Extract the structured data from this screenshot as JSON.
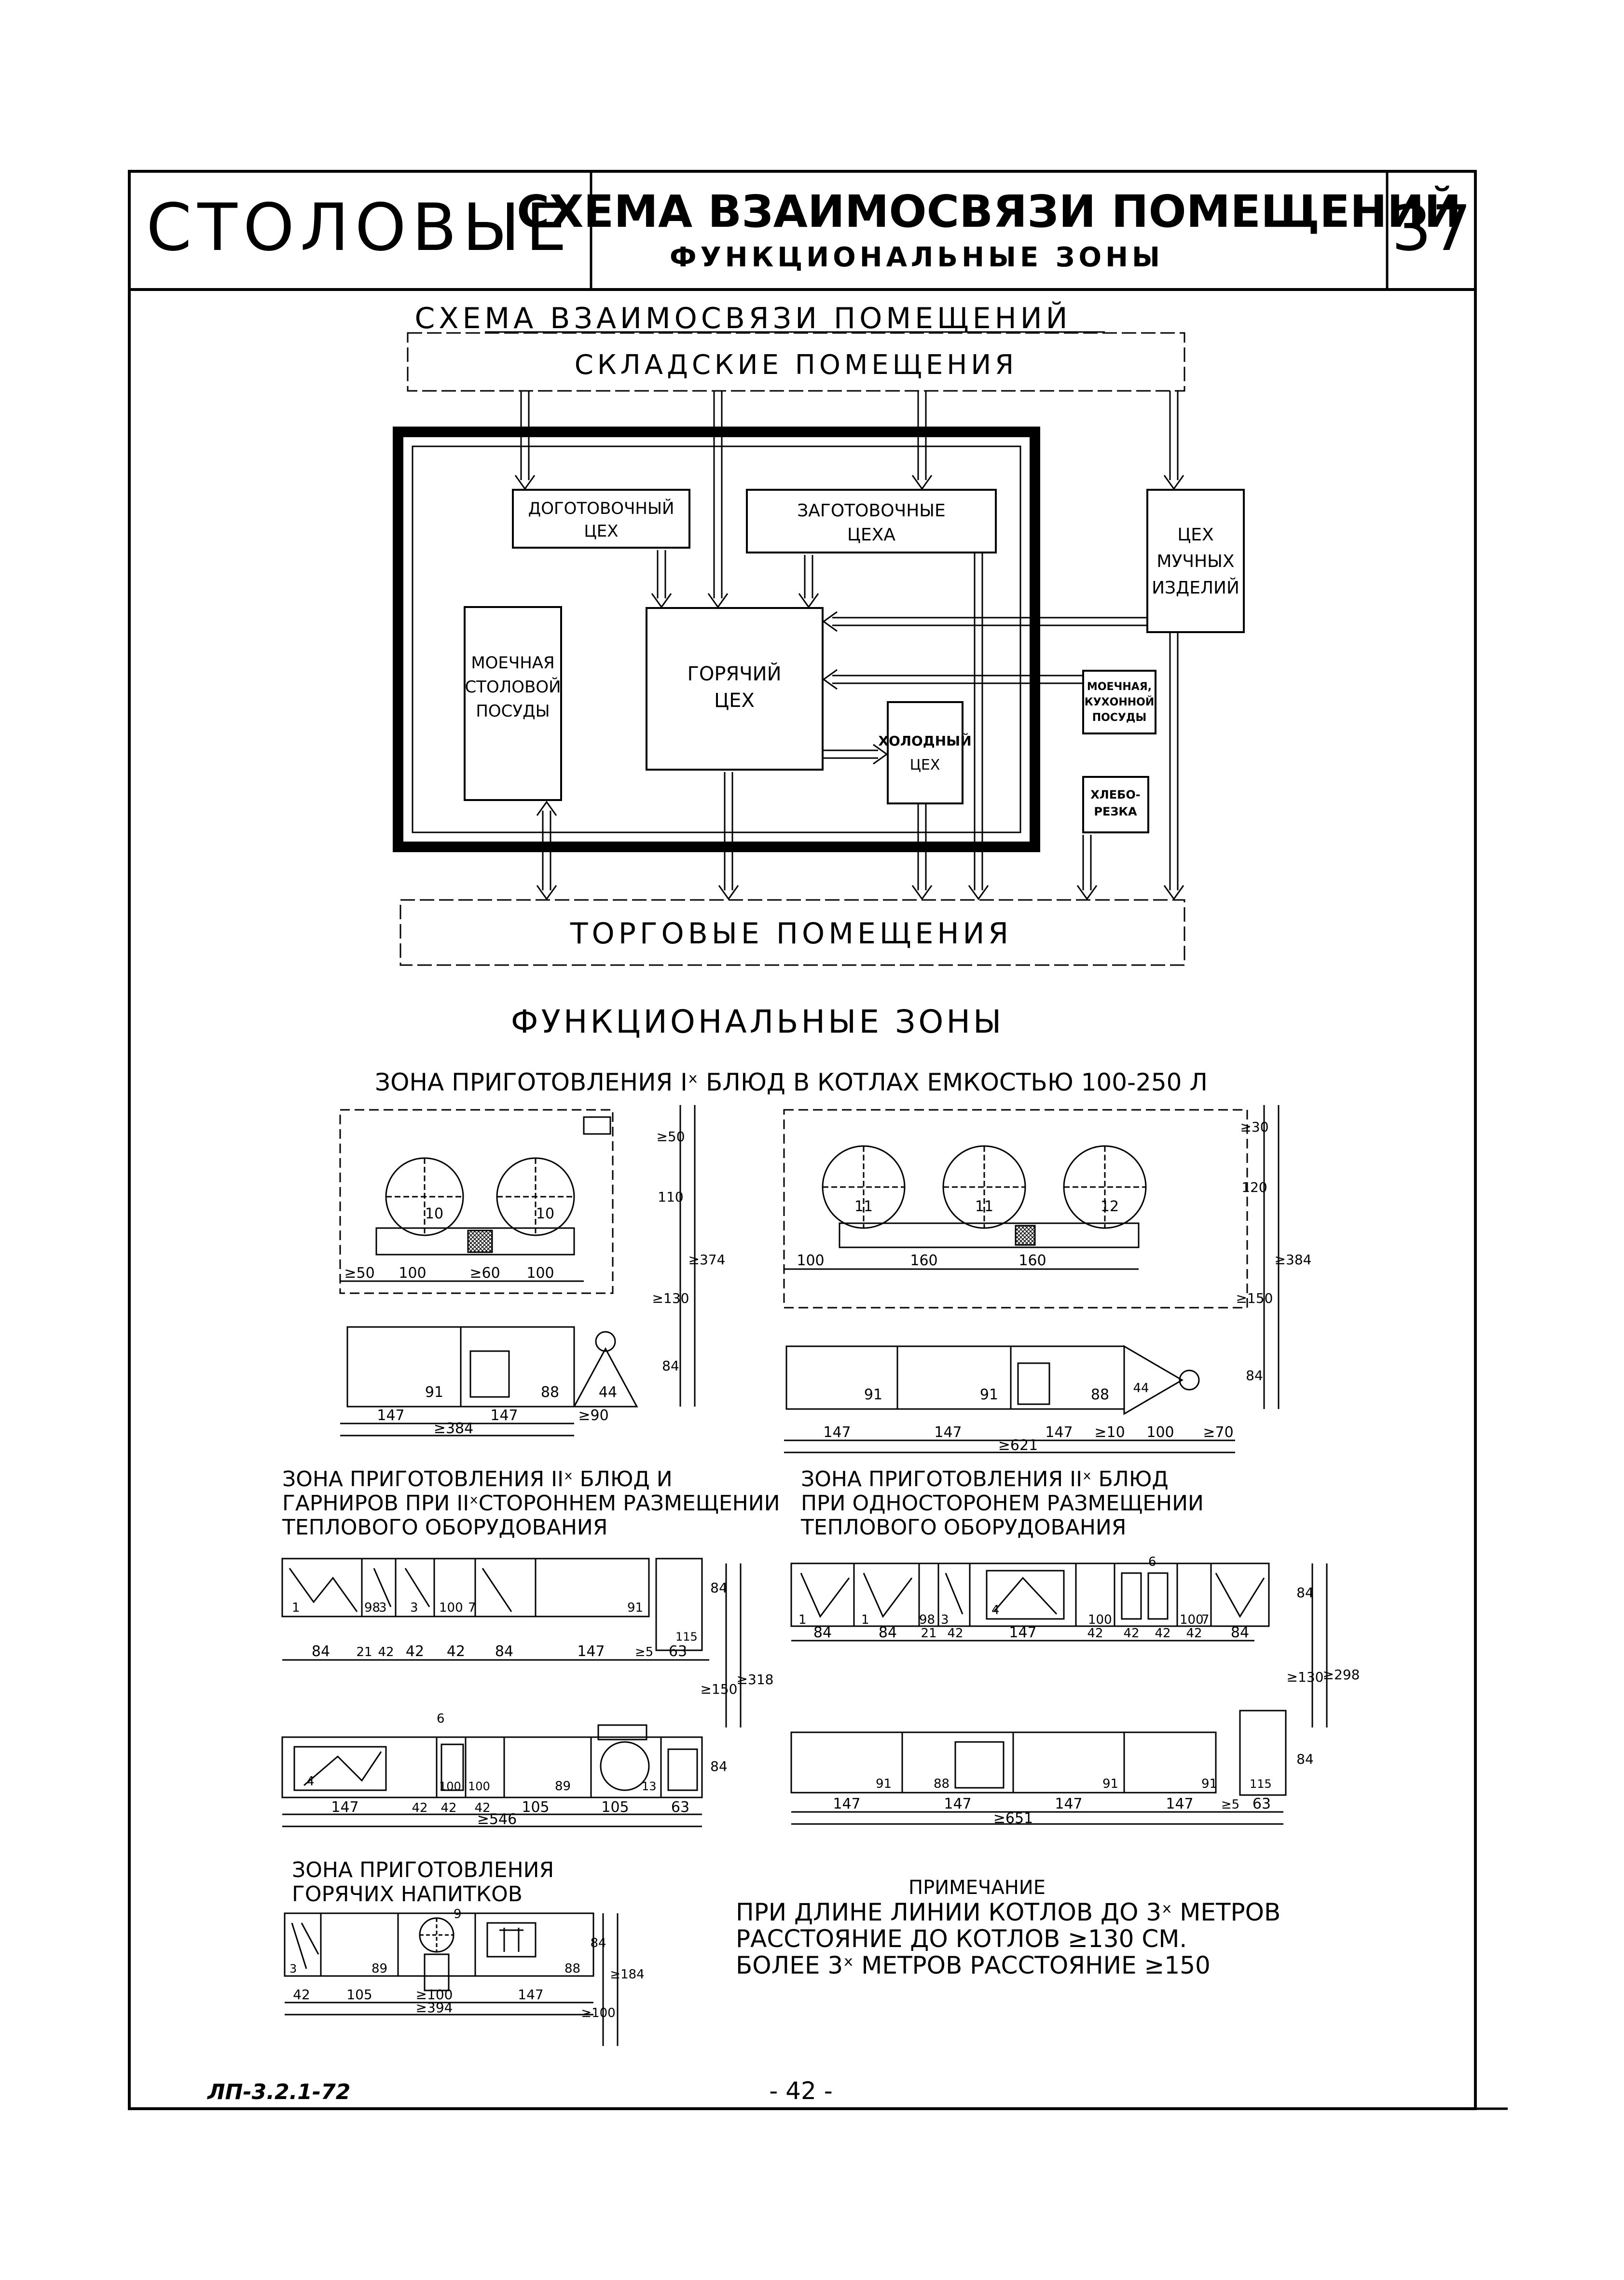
{
  "header": {
    "left_title": "СТОЛОВЫЕ",
    "center_title": "СХЕМА ВЗАИМОСВЯЗИ ПОМЕЩЕНИЙ",
    "center_subtitle": "ФУНКЦИОНАЛЬНЫЕ ЗОНЫ",
    "page_no": "37"
  },
  "scheme": {
    "title": "СХЕМА ВЗАИМОСВЯЗИ ПОМЕЩЕНИЙ",
    "storage": "СКЛАДСКИЕ ПОМЕЩЕНИЯ",
    "trade": "ТОРГОВЫЕ ПОМЕЩЕНИЯ",
    "dogotov": [
      "ДОГОТОВОЧНЫЙ",
      "ЦЕХ"
    ],
    "zagotov": [
      "ЗАГОТОВОЧНЫЕ",
      "ЦЕХА"
    ],
    "muchnye": [
      "ЦЕХ",
      "МУЧНЫХ",
      "ИЗДЕЛИЙ"
    ],
    "moechnaya_stol": [
      "МОЕЧНАЯ",
      "СТОЛОВОЙ",
      "ПОСУДЫ"
    ],
    "goryachiy": [
      "ГОРЯЧИЙ",
      "ЦЕХ"
    ],
    "moechnaya_kuh": [
      "МОЕЧНАЯ,",
      "КУХОННОЙ",
      "ПОСУДЫ"
    ],
    "holodniy": [
      "ХОЛОДНЫЙ",
      "ЦЕХ"
    ],
    "hleborezka": [
      "ХЛЕБО-",
      "РЕЗКА"
    ]
  },
  "zones": {
    "title": "ФУНКЦИОНАЛЬНЫЕ ЗОНЫ",
    "zone1_title": "ЗОНА ПРИГОТОВЛЕНИЯ Iˣ БЛЮД В КОТЛАХ ЕМКОСТЬЮ 100-250 Л",
    "zone2_title": [
      "ЗОНА ПРИГОТОВЛЕНИЯ IIˣ БЛЮД И",
      "ГАРНИРОВ ПРИ IIˣСТОРОННЕМ РАЗМЕЩЕНИИ",
      "ТЕПЛОВОГО ОБОРУДОВАНИЯ"
    ],
    "zone3_title": [
      "ЗОНА ПРИГОТОВЛЕНИЯ IIˣ БЛЮД",
      "ПРИ ОДНОСТОРОНЕМ РАЗМЕЩЕНИИ",
      "ТЕПЛОВОГО ОБОРУДОВАНИЯ"
    ],
    "zone4_title": [
      "ЗОНА ПРИГОТОВЛЕНИЯ",
      "ГОРЯЧИХ НАПИТКОВ"
    ]
  },
  "z1a": {
    "equip": [
      "10",
      "10",
      "91",
      "88",
      "44"
    ],
    "dims_top": [
      "≥50",
      "100",
      "≥60",
      "100"
    ],
    "dims_bottom": [
      "147",
      "147",
      "≥90"
    ],
    "total": "≥384",
    "vdims": [
      "≥50",
      "110",
      "≥130",
      "84"
    ],
    "vtotal": "≥374"
  },
  "z1b": {
    "equip": [
      "11",
      "11",
      "12",
      "91",
      "91",
      "88",
      "44"
    ],
    "dims_top": [
      "100",
      "160",
      "160"
    ],
    "dims_bottom": [
      "147",
      "147",
      "147",
      "≥10",
      "100",
      "≥70"
    ],
    "total": "≥621",
    "vdims": [
      "≥30",
      "120",
      "≥150",
      "84"
    ],
    "vtotal": "≥384"
  },
  "z2": {
    "top_equip": [
      "1",
      "98",
      "3",
      "3",
      "100",
      "7",
      "91",
      "115"
    ],
    "top_dims": [
      "84",
      "21",
      "42",
      "42",
      "42",
      "84",
      "147",
      "≥5",
      "63"
    ],
    "bottom_equip": [
      "4",
      "6",
      "100",
      "100",
      "89",
      "13"
    ],
    "bottom_dims": [
      "147",
      "42",
      "42",
      "42",
      "105",
      "105",
      "63"
    ],
    "total": "≥546",
    "vdims": [
      "84",
      "≥150",
      "84"
    ],
    "vtotal": "≥318"
  },
  "z3": {
    "top_equip": [
      "1",
      "1",
      "98",
      "3",
      "4",
      "100",
      "6",
      "100",
      "7"
    ],
    "top_dims": [
      "84",
      "84",
      "21",
      "42",
      "147",
      "42",
      "42",
      "42",
      "42",
      "84"
    ],
    "bottom_equip": [
      "91",
      "88",
      "91",
      "91",
      "115"
    ],
    "bottom_dims": [
      "147",
      "147",
      "147",
      "147",
      "≥5",
      "63"
    ],
    "total": "≥651",
    "vdims": [
      "84",
      "≥130",
      "84"
    ],
    "vtotal": "≥298"
  },
  "z4": {
    "equip": [
      "3",
      "89",
      "9",
      "88"
    ],
    "dims": [
      "42",
      "105",
      "≥100",
      "147"
    ],
    "total": "≥394",
    "vdims": [
      "84",
      "≥100"
    ],
    "vtotal": "≥184"
  },
  "note": {
    "title": "ПРИМЕЧАНИЕ",
    "lines": [
      "ПРИ ДЛИНЕ ЛИНИИ КОТЛОВ ДО 3ˣ МЕТРОВ",
      "РАССТОЯНИЕ ДО КОТЛОВ ≥130 СМ.",
      "БОЛЕЕ 3ˣ МЕТРОВ РАССТОЯНИЕ ≥150"
    ]
  },
  "footer": {
    "code": "ЛП-3.2.1-72",
    "page": "- 42 -"
  }
}
